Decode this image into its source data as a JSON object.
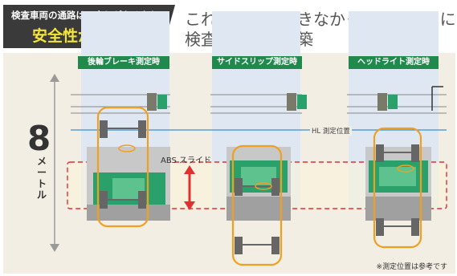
{
  "badge": {
    "line1": "検査車両の通路はみ出しがなくなり",
    "line2": "安全性が向上！"
  },
  "headline": {
    "line1": "これまで設置できなかったスペースに",
    "line2": "検査ラインを構築"
  },
  "sections": [
    {
      "label": "後輪ブレーキ測定時"
    },
    {
      "label": "サイドスリップ測定時"
    },
    {
      "label": "ヘッドライト測定時"
    }
  ],
  "dimension": {
    "number": "8",
    "unit_chars": [
      "メ",
      "ー",
      "ト",
      "ル"
    ]
  },
  "labels": {
    "hl_position": "HL 測定位置",
    "abs_slide": "ABS スライド"
  },
  "note": "※測定位置は参考です",
  "colors": {
    "badge_bg": "#3a3a3a",
    "badge_highlight": "#f5e53a",
    "section_label": "#1f8a4c",
    "vehicle_outline": "#f0a020",
    "slide_arrow": "#e03030",
    "hl_line": "#3a8fd8",
    "machine_green": "#2aa06a"
  }
}
